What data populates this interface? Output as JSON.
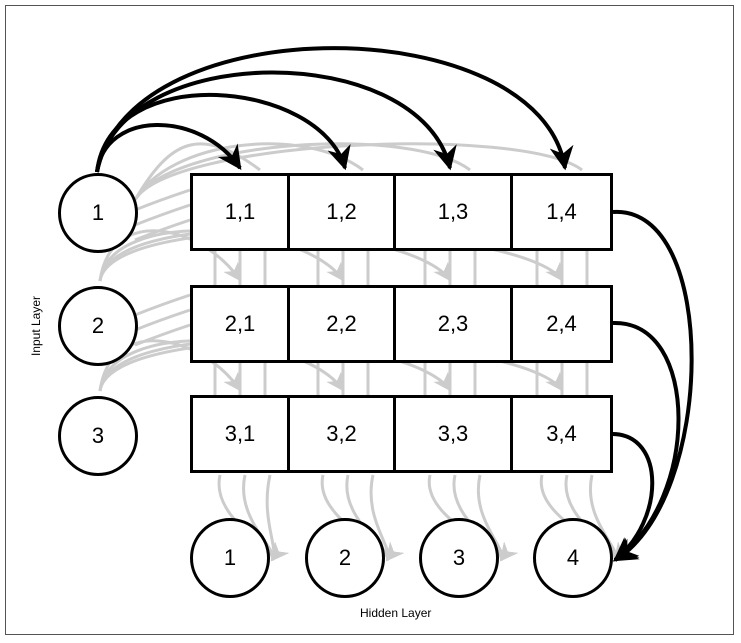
{
  "input_layer_label": "Input Layer",
  "hidden_layer_label": "Hidden Layer",
  "input_nodes": [
    "1",
    "2",
    "3"
  ],
  "hidden_nodes": [
    "1",
    "2",
    "3",
    "4"
  ],
  "grid": [
    [
      "1,1",
      "1,2",
      "1,3",
      "1,4"
    ],
    [
      "2,1",
      "2,2",
      "2,3",
      "2,4"
    ],
    [
      "3,1",
      "3,2",
      "3,3",
      "3,4"
    ]
  ],
  "colors": {
    "highlight": "#000000",
    "faded": "#cccccc",
    "outline": "#000000"
  }
}
